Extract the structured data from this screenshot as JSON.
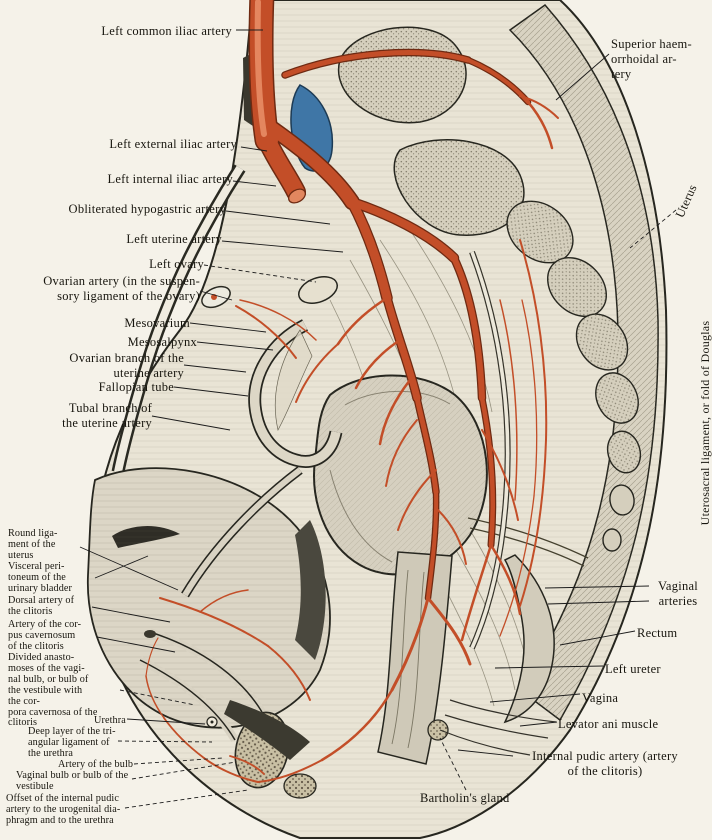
{
  "palette": {
    "paper": "#f5f2e9",
    "ink": "#17150e",
    "artery_red": "#c34e28",
    "vein_blue": "#3f76a6",
    "bone_gray": "#d5cfbd"
  },
  "labels": {
    "left_top": [
      "Left common iliac artery",
      "Left external iliac artery",
      "Left internal iliac artery",
      "Obliterated hypogastric artery",
      "Left uterine artery",
      "Left ovary",
      "Ovarian artery (in the suspen-\nsory ligament of the ovary)",
      "Mesovarium",
      "Mesosalpynx",
      "Ovarian branch of the\nuterine artery",
      "Fallopian tube",
      "Tubal branch of\nthe uterine artery"
    ],
    "left_bottom": [
      "Round liga-\nment of the\nuterus",
      "Visceral peri-\ntoneum of the\nurinary bladder",
      "Dorsal artery of\nthe clitoris",
      "Artery of the cor-\npus cavernosum\nof the clitoris",
      "Divided anasto-\nmoses of the vagi-\nnal bulb, or bulb of\nthe vestibule with\nthe cor-\npora cavernosa of the\nclitoris",
      "Urethra",
      "Deep layer of the tri-\nangular ligament of\nthe urethra",
      "Artery of the bulb",
      "Vaginal bulb or bulb of the\nvestibule",
      "Offset of the internal pudic\nartery to the urogenital dia-\nphragm and to the urethra"
    ],
    "right": [
      "Superior haem-\norrhoidal ar-\ntery",
      "Uterus",
      "Uterosacral ligament, or fold of Douglas",
      "Vaginal\narteries",
      "Rectum",
      "Left ureter",
      "Vagina",
      "Levator ani muscle",
      "Internal pudic artery (artery\nof the clitoris)",
      "Bartholin's gland"
    ]
  }
}
